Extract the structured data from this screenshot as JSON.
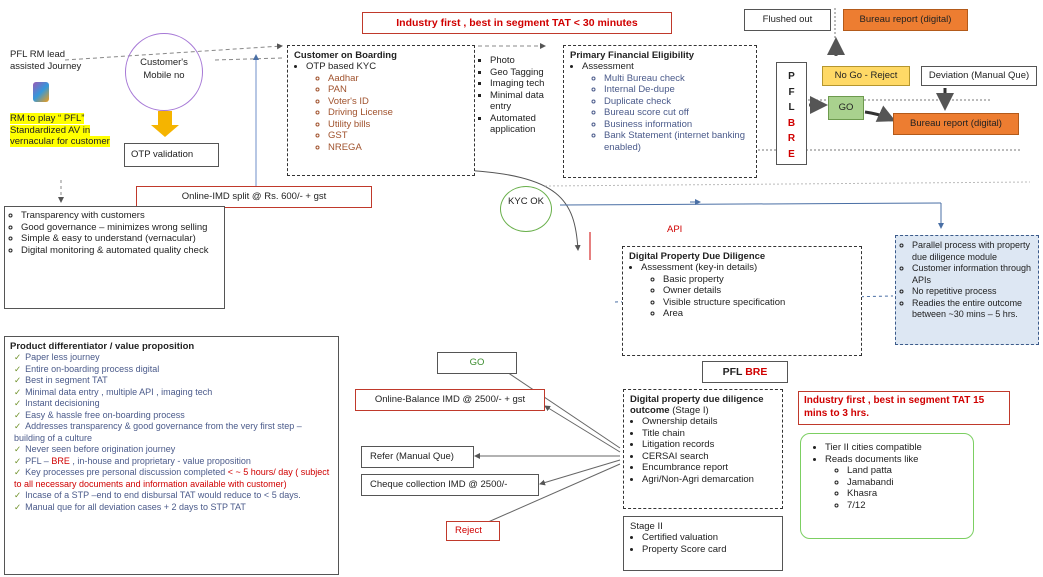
{
  "header_banner": "Industry first , best in segment TAT < 30 minutes",
  "flushed_out": "Flushed out",
  "bureau_report_top": "Bureau report (digital)",
  "no_go_reject": "No Go - Reject",
  "deviation": "Deviation (Manual Que)",
  "go_bre": "GO",
  "bureau_report_mid": "Bureau report (digital)",
  "pflbre_letters": [
    "P",
    "F",
    "L",
    "B",
    "R",
    "E"
  ],
  "lead": {
    "title": "PFL RM lead assisted Journey",
    "rm_note": "RM to play “ PFL” Standardized AV in vernacular for customer"
  },
  "mobile": "Customer's Mobile no",
  "otp_validation": "OTP validation",
  "online_imd": "Online-IMD split @ Rs. 600/- + gst",
  "onboarding": {
    "title": "Customer on Boarding",
    "item": "OTP based KYC",
    "docs": [
      "Aadhar",
      "PAN",
      "Voter's ID",
      "Driving License",
      "Utility bills",
      "GST",
      "NREGA"
    ]
  },
  "capture": [
    "Photo",
    "Geo Tagging",
    "Imaging tech",
    "Minimal data entry",
    "Automated application"
  ],
  "pfe": {
    "title": "Primary Financial Eligibility",
    "item": "Assessment",
    "sub": [
      "Multi Bureau check",
      "Internal De-dupe",
      "Duplicate check",
      "Bureau score cut off",
      "Business information",
      "Bank Statement (internet banking enabled)"
    ]
  },
  "benefits": [
    "Transparency with customers",
    "Good governance – minimizes wrong selling",
    "Simple & easy to understand (vernacular)",
    "Digital monitoring & automated quality check"
  ],
  "kyc_ok": "KYC OK",
  "api": "API",
  "dpdd": {
    "title": "Digital Property Due Diligence",
    "item": "Assessment (key-in details)",
    "sub": [
      "Basic property",
      "Owner details",
      "Visible structure specification",
      "Area"
    ]
  },
  "parallel": [
    "Parallel process with property due diligence module",
    "Customer information through APIs",
    "No repetitive process",
    "Readies the entire outcome between ~30 mins – 5 hrs."
  ],
  "product": {
    "title": "Product differentiator / value proposition",
    "items": [
      {
        "text": "Paper less journey"
      },
      {
        "text": "Entire on-boarding process digital"
      },
      {
        "text": "Best in segment TAT"
      },
      {
        "text": "Minimal data entry , multiple API , imaging tech"
      },
      {
        "text": "Instant decisioning"
      },
      {
        "text": "Easy & hassle free on-boarding process"
      },
      {
        "text": "Addresses transparency & good governance from the very first step – building of a culture"
      },
      {
        "text": "Never seen before origination journey"
      },
      {
        "pre": "PFL – ",
        "red": "BRE",
        "post": " , in-house and proprietary - value proposition"
      },
      {
        "pre": "Key processes pre personal discussion completed ",
        "red": "< ~ 5 hours/ day ( subject to all necessary documents and information available with customer)",
        "post": ""
      },
      {
        "text": "Incase of a STP –end to end disbursal TAT would reduce to < 5 days."
      },
      {
        "text": "Manual que for all deviation cases + 2 days to STP TAT"
      }
    ]
  },
  "go_lower": "GO",
  "online_balance": "Online-Balance IMD @ 2500/- + gst",
  "refer": "Refer (Manual Que)",
  "cheque": "Cheque collection IMD @ 2500/-",
  "reject": "Reject",
  "pfl_bre_label": {
    "pfl": "PFL",
    "bre": "BRE"
  },
  "outcome": {
    "title": "Digital property due diligence outcome",
    "stage": "(Stage I)",
    "items": [
      "Ownership details",
      "Title chain",
      "Litigation records",
      "CERSAI search",
      "Encumbrance report",
      "Agri/Non-Agri demarcation"
    ]
  },
  "stage2": {
    "title": "Stage II",
    "items": [
      "Certified valuation",
      "Property Score card"
    ]
  },
  "tat_note": "Industry first , best in segment TAT 15 mins to 3 hrs.",
  "tier": {
    "items": [
      "Tier II cities compatible",
      "Reads documents like"
    ],
    "docs": [
      "Land patta",
      "Jamabandi",
      "Khasra",
      "7/12"
    ]
  }
}
